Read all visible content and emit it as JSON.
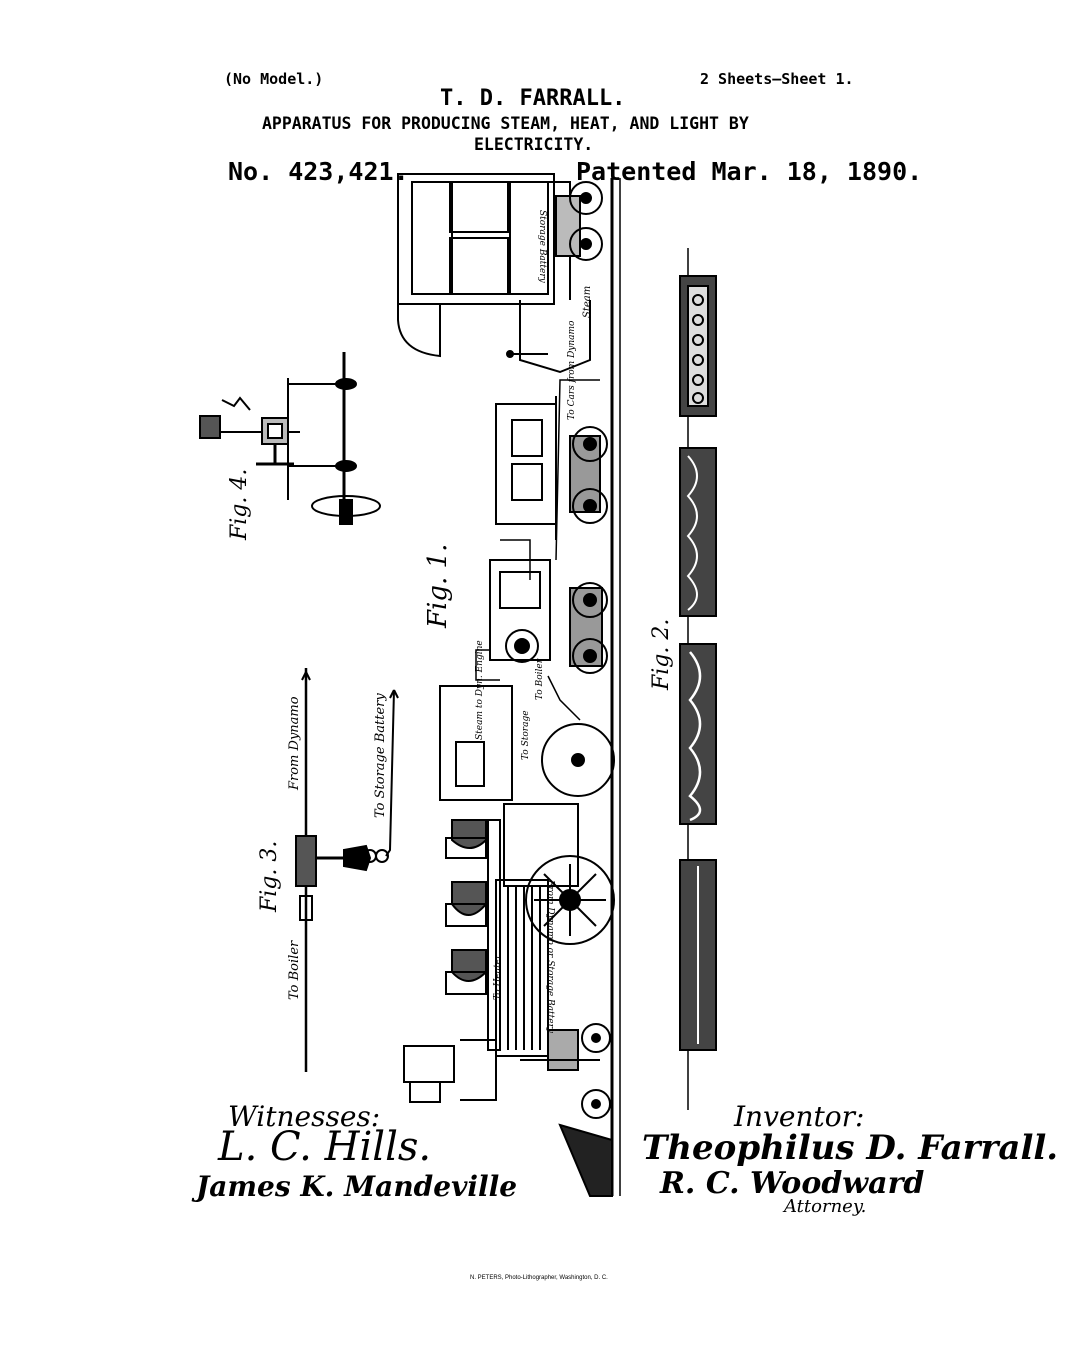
{
  "header": {
    "model_note": "(No Model.)",
    "sheets": "2 Sheets—Sheet 1.",
    "inventor_name": "T. D. FARRALL.",
    "title_line1": "APPARATUS FOR PRODUCING STEAM, HEAT, AND LIGHT BY",
    "title_line2": "ELECTRICITY.",
    "patent_number": "No. 423,421.",
    "patent_date": "Patented Mar. 18, 1890."
  },
  "figures": {
    "fig1": "Fig. 1.",
    "fig2": "Fig. 2.",
    "fig3": "Fig. 3.",
    "fig4": "Fig. 4."
  },
  "fig3_labels": {
    "from_dynamo": "From Dynamo",
    "to_storage_battery": "To Storage Battery",
    "to_boiler": "To Boiler"
  },
  "fig1_labels": {
    "storage_battery": "Storage Battery",
    "steam": "Steam",
    "steam_to_dyn_engine": "Steam to Dyn. Engine",
    "to_cars_from_dynamo": "To Cars from Dynamo",
    "to_storage": "To Storage",
    "to_boiler": "To Boiler",
    "from_dynamo_storage_battery": "From Dynamo or Storage Battery",
    "to_heater": "To Heater"
  },
  "signatures": {
    "witnesses_label": "Witnesses:",
    "witness1": "L. C. Hills.",
    "witness2": "James K. Mandeville",
    "inventor_label": "Inventor:",
    "inventor": "Theophilus D. Farrall.",
    "attorney_sig": "R. C. Woodward",
    "attorney_label": "Attorney."
  },
  "footer": {
    "lithographer": "N. PETERS, Photo-Lithographer, Washington, D. C."
  }
}
